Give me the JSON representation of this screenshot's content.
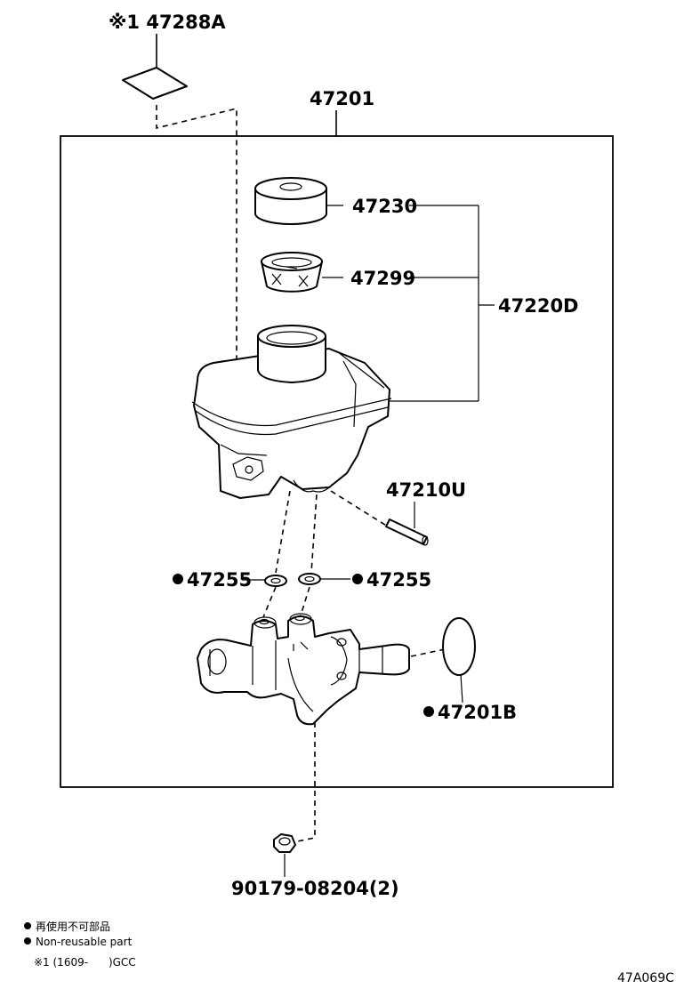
{
  "labels": {
    "p47288A": "※1 47288A",
    "p47201": "47201",
    "p47230": "47230",
    "p47299": "47299",
    "p47220D": "47220D",
    "p47210U": "47210U",
    "p47255_left": "47255",
    "p47255_right": "47255",
    "p47201B": "47201B",
    "p90179": "90179-08204(2)"
  },
  "legend": {
    "nonreusable_jp": "再使用不可部品",
    "nonreusable_en": "Non-reusable part",
    "note": "※1 (1609-      )GCC"
  },
  "figure_code": "47A069C"
}
